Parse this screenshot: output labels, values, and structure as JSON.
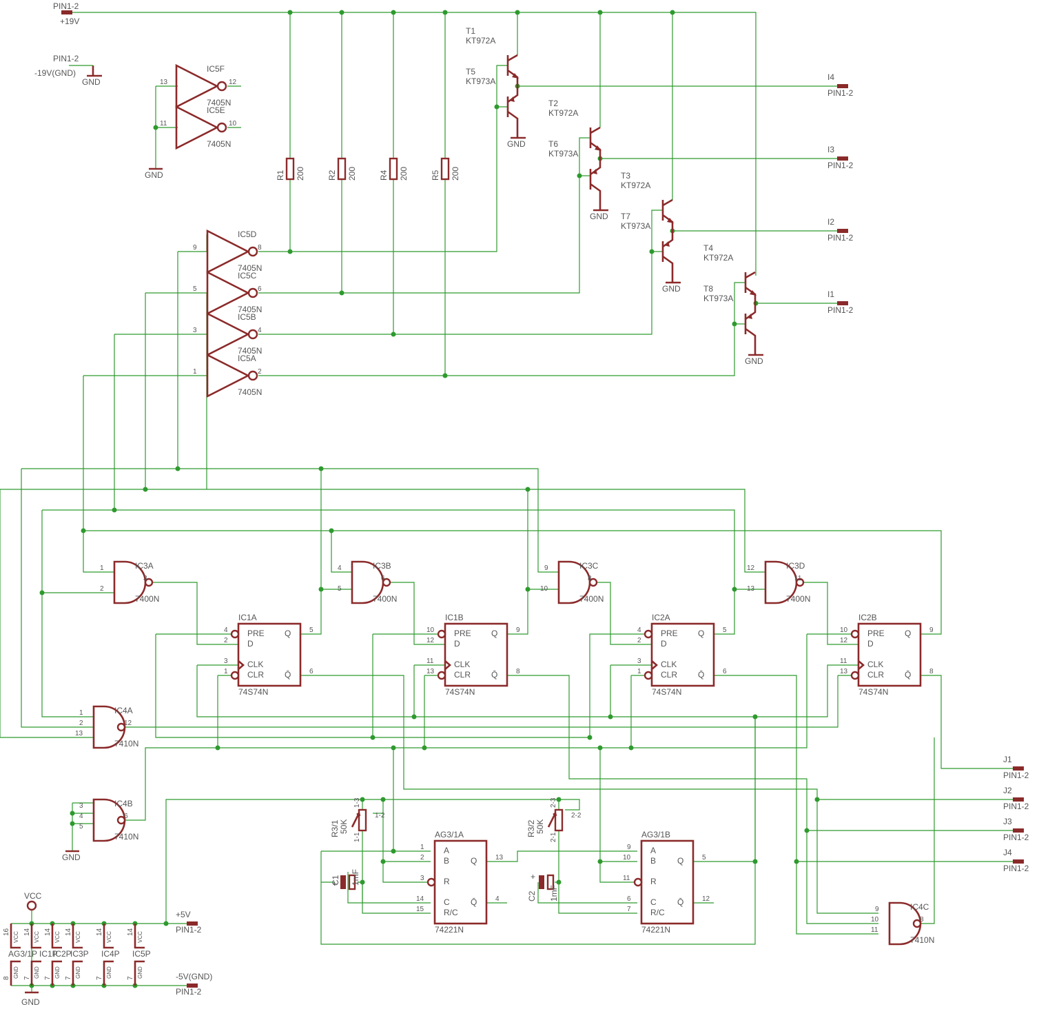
{
  "colors": {
    "wire": "#2e9a2e",
    "symbol": "#8b2a2a",
    "text": "#555555",
    "background": "#ffffff"
  },
  "power": {
    "p19": {
      "pin": "PIN1-2",
      "label": "+19V"
    },
    "m19": {
      "pin": "PIN1-2",
      "label": "-19V(GND)",
      "gnd": "GND"
    },
    "p5": {
      "label": "+5V",
      "pin": "PIN1-2"
    },
    "m5": {
      "label": "-5V(GND)",
      "pin": "PIN1-2"
    },
    "vcc": "VCC",
    "gnd": "GND"
  },
  "ic5": {
    "f": {
      "name": "IC5F",
      "part": "7405N",
      "in": "13",
      "out": "12"
    },
    "e": {
      "name": "IC5E",
      "part": "7405N",
      "in": "11",
      "out": "10"
    },
    "d": {
      "name": "IC5D",
      "part": "7405N",
      "in": "9",
      "out": "8"
    },
    "c": {
      "name": "IC5C",
      "part": "7405N",
      "in": "5",
      "out": "6"
    },
    "b": {
      "name": "IC5B",
      "part": "7405N",
      "in": "3",
      "out": "4"
    },
    "a": {
      "name": "IC5A",
      "part": "7405N",
      "in": "1",
      "out": "2"
    }
  },
  "resistors": [
    {
      "name": "R1",
      "value": "200"
    },
    {
      "name": "R2",
      "value": "200"
    },
    {
      "name": "R4",
      "value": "200"
    },
    {
      "name": "R5",
      "value": "200"
    }
  ],
  "transistors": [
    {
      "name": "T1",
      "part": "KT972A"
    },
    {
      "name": "T5",
      "part": "KT973A"
    },
    {
      "name": "T2",
      "part": "KT972A"
    },
    {
      "name": "T6",
      "part": "KT973A"
    },
    {
      "name": "T3",
      "part": "KT972A"
    },
    {
      "name": "T7",
      "part": "KT973A"
    },
    {
      "name": "T4",
      "part": "KT972A"
    },
    {
      "name": "T8",
      "part": "KT973A"
    }
  ],
  "outputs": [
    {
      "name": "I4",
      "pin": "PIN1-2"
    },
    {
      "name": "I3",
      "pin": "PIN1-2"
    },
    {
      "name": "I2",
      "pin": "PIN1-2"
    },
    {
      "name": "I1",
      "pin": "PIN1-2"
    }
  ],
  "ic3": [
    {
      "name": "IC3A",
      "part": "7400N",
      "in1": "1",
      "in2": "2",
      "out": "3"
    },
    {
      "name": "IC3B",
      "part": "7400N",
      "in1": "4",
      "in2": "5",
      "out": "6"
    },
    {
      "name": "IC3C",
      "part": "7400N",
      "in1": "9",
      "in2": "10",
      "out": "8"
    },
    {
      "name": "IC3D",
      "part": "7400N",
      "in1": "12",
      "in2": "13",
      "out": "11"
    }
  ],
  "ff": [
    {
      "name": "IC1A",
      "part": "74S74N",
      "pre": "4",
      "d": "2",
      "clk": "3",
      "clr": "1",
      "q": "5",
      "qn": "6"
    },
    {
      "name": "IC1B",
      "part": "74S74N",
      "pre": "10",
      "d": "12",
      "clk": "11",
      "clr": "13",
      "q": "9",
      "qn": "8"
    },
    {
      "name": "IC2A",
      "part": "74S74N",
      "pre": "4",
      "d": "2",
      "clk": "3",
      "clr": "1",
      "q": "5",
      "qn": "6"
    },
    {
      "name": "IC2B",
      "part": "74S74N",
      "pre": "10",
      "d": "12",
      "clk": "11",
      "clr": "13",
      "q": "9",
      "qn": "8"
    }
  ],
  "ffpins": {
    "pre": "PRE",
    "d": "D",
    "clk": "CLK",
    "clr": "CLR",
    "q": "Q",
    "qn": "Q̄"
  },
  "ic4": {
    "a": {
      "name": "IC4A",
      "part": "7410N",
      "p1": "1",
      "p2": "2",
      "p3": "13",
      "out": "12"
    },
    "b": {
      "name": "IC4B",
      "part": "7410N",
      "p1": "3",
      "p2": "4",
      "p3": "5",
      "out": "6"
    },
    "c": {
      "name": "IC4C",
      "part": "7410N",
      "p1": "9",
      "p2": "10",
      "p3": "11",
      "out": "8"
    }
  },
  "jacks": [
    {
      "name": "J1",
      "pin": "PIN1-2"
    },
    {
      "name": "J2",
      "pin": "PIN1-2"
    },
    {
      "name": "J3",
      "pin": "PIN1-2"
    },
    {
      "name": "J4",
      "pin": "PIN1-2"
    }
  ],
  "pots": [
    {
      "name": "R3/1",
      "value": "50K",
      "top": "1-3",
      "wiper": "1-2",
      "bottom": "1-1"
    },
    {
      "name": "R3/2",
      "value": "50K",
      "top": "2-3",
      "wiper": "2-2",
      "bottom": "2-1"
    }
  ],
  "caps": [
    {
      "name": "C1",
      "value": "1mF"
    },
    {
      "name": "C2",
      "value": "1mF"
    }
  ],
  "monos": [
    {
      "name": "AG3/1A",
      "part": "74221N",
      "p_a": "1",
      "p_b": "2",
      "p_r": "3",
      "p_c": "14",
      "p_rc": "15",
      "p_q": "13",
      "p_qn": "4"
    },
    {
      "name": "AG3/1B",
      "part": "74221N",
      "p_a": "9",
      "p_b": "10",
      "p_r": "11",
      "p_c": "6",
      "p_rc": "7",
      "p_q": "5",
      "p_qn": "12"
    }
  ],
  "monopins": {
    "a": "A",
    "b": "B",
    "r": "R",
    "c": "C",
    "rc": "R/C",
    "q": "Q",
    "qn": "Q̄"
  },
  "supply": {
    "labels": [
      "AG3/1P",
      "IC1P",
      "IC2P",
      "IC3P",
      "IC4P",
      "IC5P"
    ],
    "vccpin": [
      "16",
      "14",
      "14",
      "14",
      "14",
      "14"
    ],
    "gndpin": [
      "8",
      "7",
      "7",
      "7",
      "7",
      "7"
    ],
    "vcctext": "VCC",
    "gndtext": "GND"
  }
}
